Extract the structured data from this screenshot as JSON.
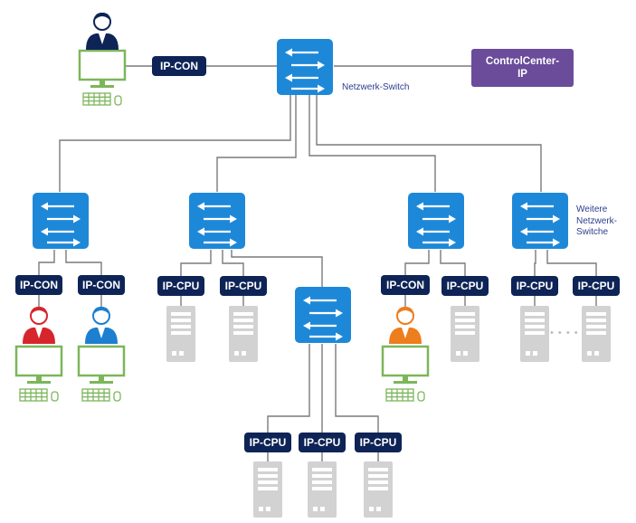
{
  "labels": {
    "ip_con": "IP-CON",
    "ip_cpu": "IP-CPU",
    "control_center_line1": "ControlCenter-",
    "control_center_line2": "IP",
    "network_switch": "Netzwerk-Switch",
    "more_switches_line1": "Weitere",
    "more_switches_line2": "Netzwerk-",
    "more_switches_line3": "Switche",
    "ellipsis": "• • • •"
  },
  "colors": {
    "switch_blue": "#1e88d8",
    "label_navy": "#0e2456",
    "control_center_purple": "#6a4c9b",
    "monitor_green": "#7cb65a",
    "server_gray": "#d2d2d2",
    "line_gray": "#7a7a7a",
    "user_navy": "#0e2456",
    "user_red": "#d7262b",
    "user_blue": "#1d7fcf",
    "user_orange": "#ee7d1e"
  }
}
